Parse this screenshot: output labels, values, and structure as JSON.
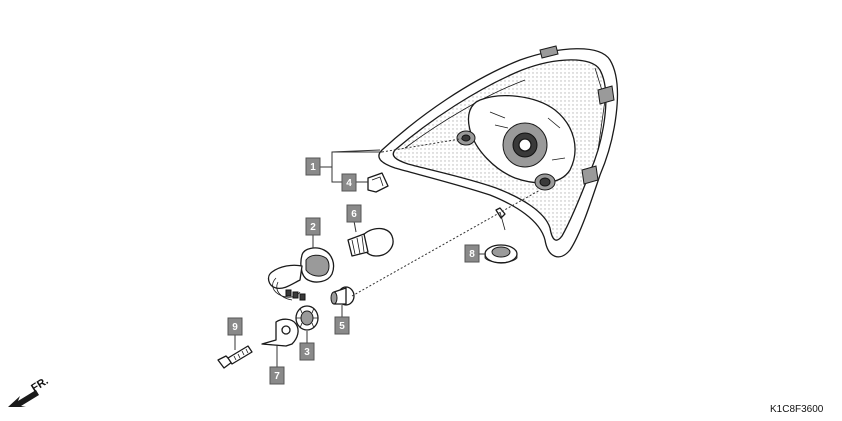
{
  "diagram": {
    "callouts": [
      "1",
      "2",
      "3",
      "4",
      "5",
      "6",
      "7",
      "8",
      "9"
    ],
    "direction_label": "FR.",
    "drawing_code": "K1C8F3600",
    "colors": {
      "callout_fill": "#8a8a8a",
      "line": "#1a1a1a"
    }
  }
}
